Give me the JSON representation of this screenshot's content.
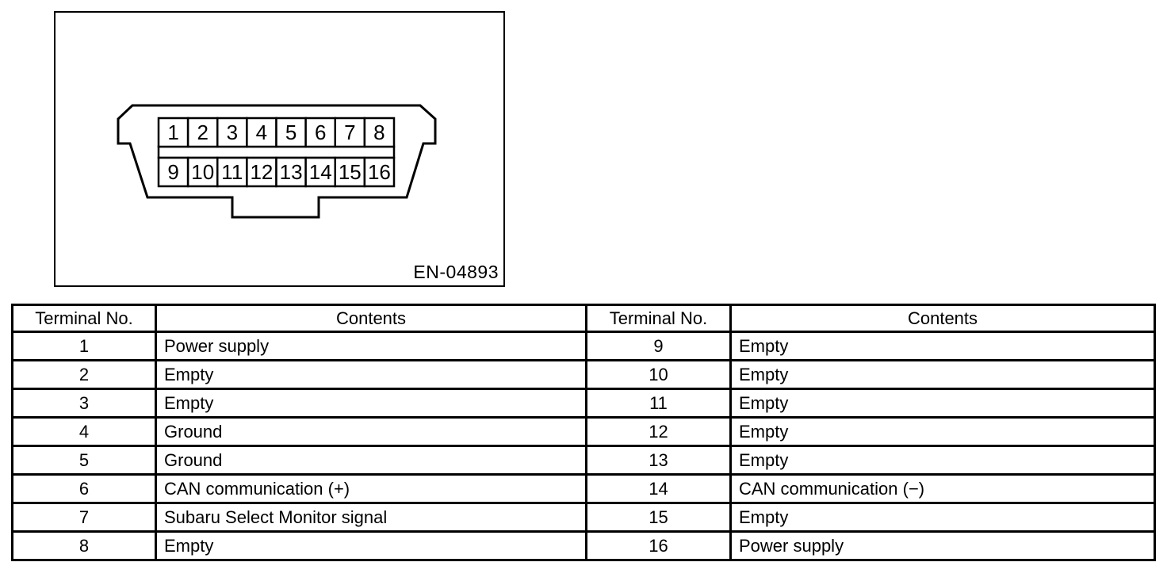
{
  "page": {
    "background_color": "#ffffff",
    "line_color": "#000000"
  },
  "figure": {
    "code_label": "EN-04893",
    "connector": {
      "pins_top": [
        "1",
        "2",
        "3",
        "4",
        "5",
        "6",
        "7",
        "8"
      ],
      "pins_bottom": [
        "9",
        "10",
        "11",
        "12",
        "13",
        "14",
        "15",
        "16"
      ]
    }
  },
  "table": {
    "headers": [
      "Terminal No.",
      "Contents",
      "Terminal No.",
      "Contents"
    ],
    "rows": [
      {
        "left_no": "1",
        "left_contents": "Power supply",
        "right_no": "9",
        "right_contents": "Empty"
      },
      {
        "left_no": "2",
        "left_contents": "Empty",
        "right_no": "10",
        "right_contents": "Empty"
      },
      {
        "left_no": "3",
        "left_contents": "Empty",
        "right_no": "11",
        "right_contents": "Empty"
      },
      {
        "left_no": "4",
        "left_contents": "Ground",
        "right_no": "12",
        "right_contents": "Empty"
      },
      {
        "left_no": "5",
        "left_contents": "Ground",
        "right_no": "13",
        "right_contents": "Empty"
      },
      {
        "left_no": "6",
        "left_contents": "CAN communication (+)",
        "right_no": "14",
        "right_contents": "CAN communication (−)"
      },
      {
        "left_no": "7",
        "left_contents": "Subaru Select Monitor signal",
        "right_no": "15",
        "right_contents": "Empty"
      },
      {
        "left_no": "8",
        "left_contents": "Empty",
        "right_no": "16",
        "right_contents": "Power supply"
      }
    ]
  }
}
